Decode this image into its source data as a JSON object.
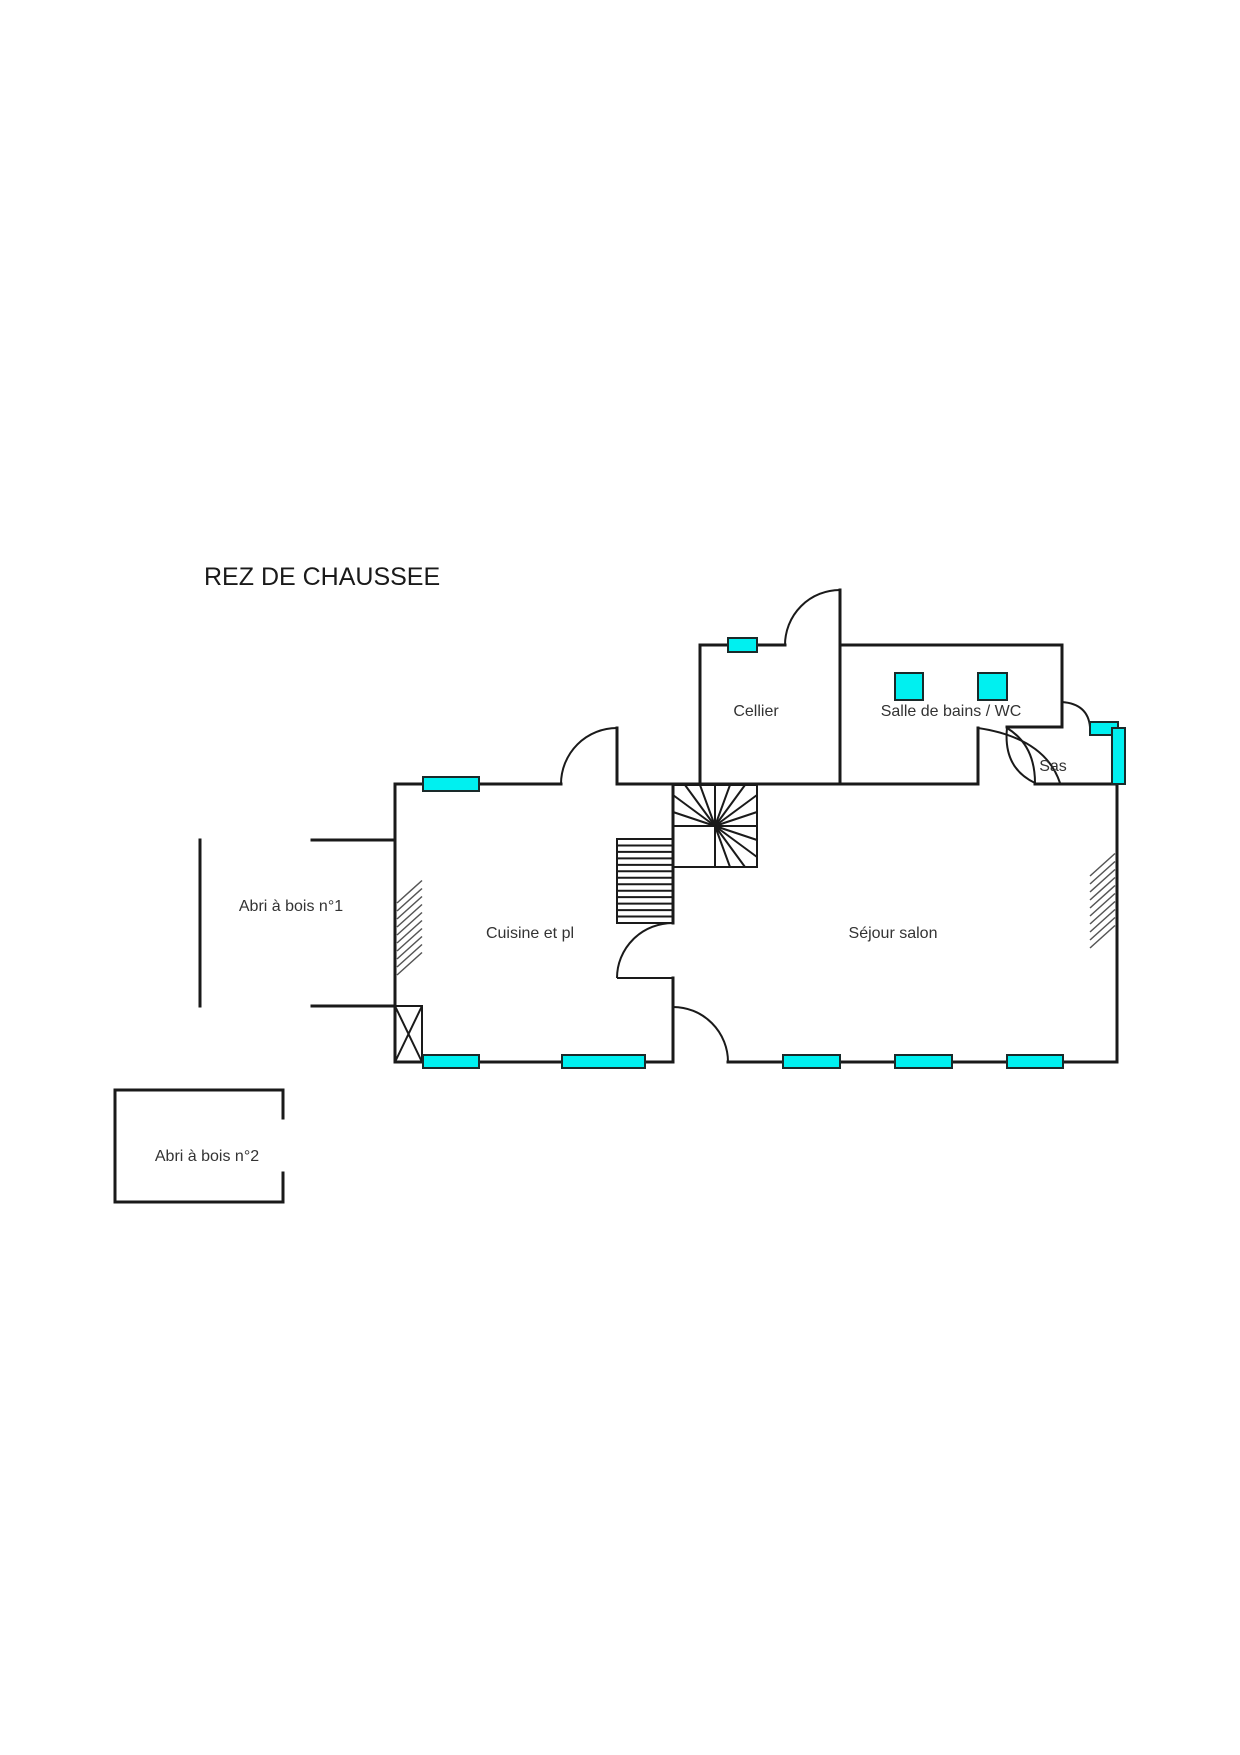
{
  "title": "REZ DE CHAUSSEE",
  "rooms": {
    "abri1": "Abri à bois n°1",
    "abri2": "Abri à bois n°2",
    "cuisine": "Cuisine et pl",
    "cellier": "Cellier",
    "salle_de_bains": "Salle de bains / WC",
    "sas": "Sas",
    "sejour": "Séjour salon"
  },
  "colors": {
    "window": "#00f0f0",
    "wall": "#1a1a1a"
  }
}
